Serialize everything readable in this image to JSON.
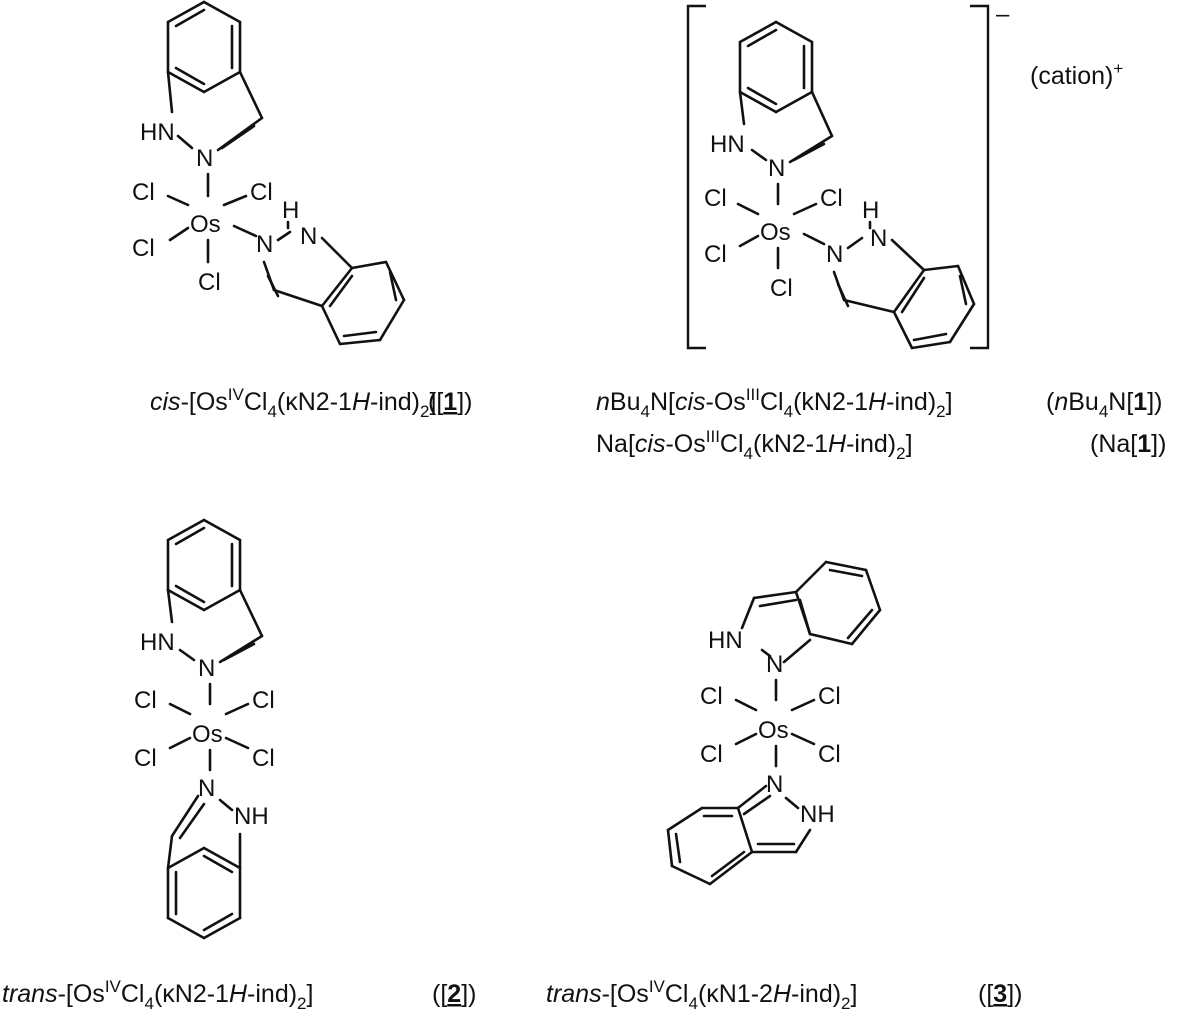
{
  "compound1": {
    "prefix": "cis",
    "formula_open": "-[Os",
    "ox": "IV",
    "cl": "Cl",
    "n4": "4",
    "ligand_a": "(κN2-1",
    "ligand_h": "H",
    "ligand_b": "-ind)",
    "n2": "2",
    "close": "]",
    "label_open": "([",
    "label_num": "1",
    "label_close": "])"
  },
  "compound1_salt": {
    "bracket_charge": "–",
    "cation": "(cation)",
    "cation_charge": "+",
    "line1": {
      "n_prefix": "n",
      "bu": "Bu",
      "four": "4",
      "n_open": "N[",
      "cis": "cis",
      "os": "-Os",
      "ox": "III",
      "cl": "Cl",
      "four2": "4",
      "lig_a": "(kN2-1",
      "h": "H",
      "lig_b": "-ind)",
      "two": "2",
      "close": "]",
      "lbl_open": "(",
      "lbl_n": "n",
      "lbl_bu": "Bu",
      "lbl_four": "4",
      "lbl_nopen": "N[",
      "lbl_num": "1",
      "lbl_close": "])"
    },
    "line2": {
      "na_open": "Na[",
      "cis": "cis",
      "os": "-Os",
      "ox": "III",
      "cl": "Cl",
      "four": "4",
      "lig_a": "(kN2-1",
      "h": "H",
      "lig_b": "-ind)",
      "two": "2",
      "close": "]",
      "lbl_open": "(Na[",
      "lbl_num": "1",
      "lbl_close": "])"
    }
  },
  "compound2": {
    "prefix": "trans",
    "formula_open": "-[Os",
    "ox": "IV",
    "cl": "Cl",
    "n4": "4",
    "ligand_a": "(κN2-1",
    "ligand_h": "H",
    "ligand_b": "-ind)",
    "n2": "2",
    "close": "]",
    "label_open": "([",
    "label_num": "2",
    "label_close": "])"
  },
  "compound3": {
    "prefix": "trans",
    "formula_open": "-[Os",
    "ox": "IV",
    "cl": "Cl",
    "n4": "4",
    "ligand_a": "(κN1-2",
    "ligand_h": "H",
    "ligand_b": "-ind)",
    "n2": "2",
    "close": "]",
    "label_open": "([",
    "label_num": "3",
    "label_close": "])"
  },
  "atoms": {
    "os": "Os",
    "cl": "Cl",
    "n": "N",
    "hn": "HN",
    "nh": "NH",
    "h": "H"
  }
}
